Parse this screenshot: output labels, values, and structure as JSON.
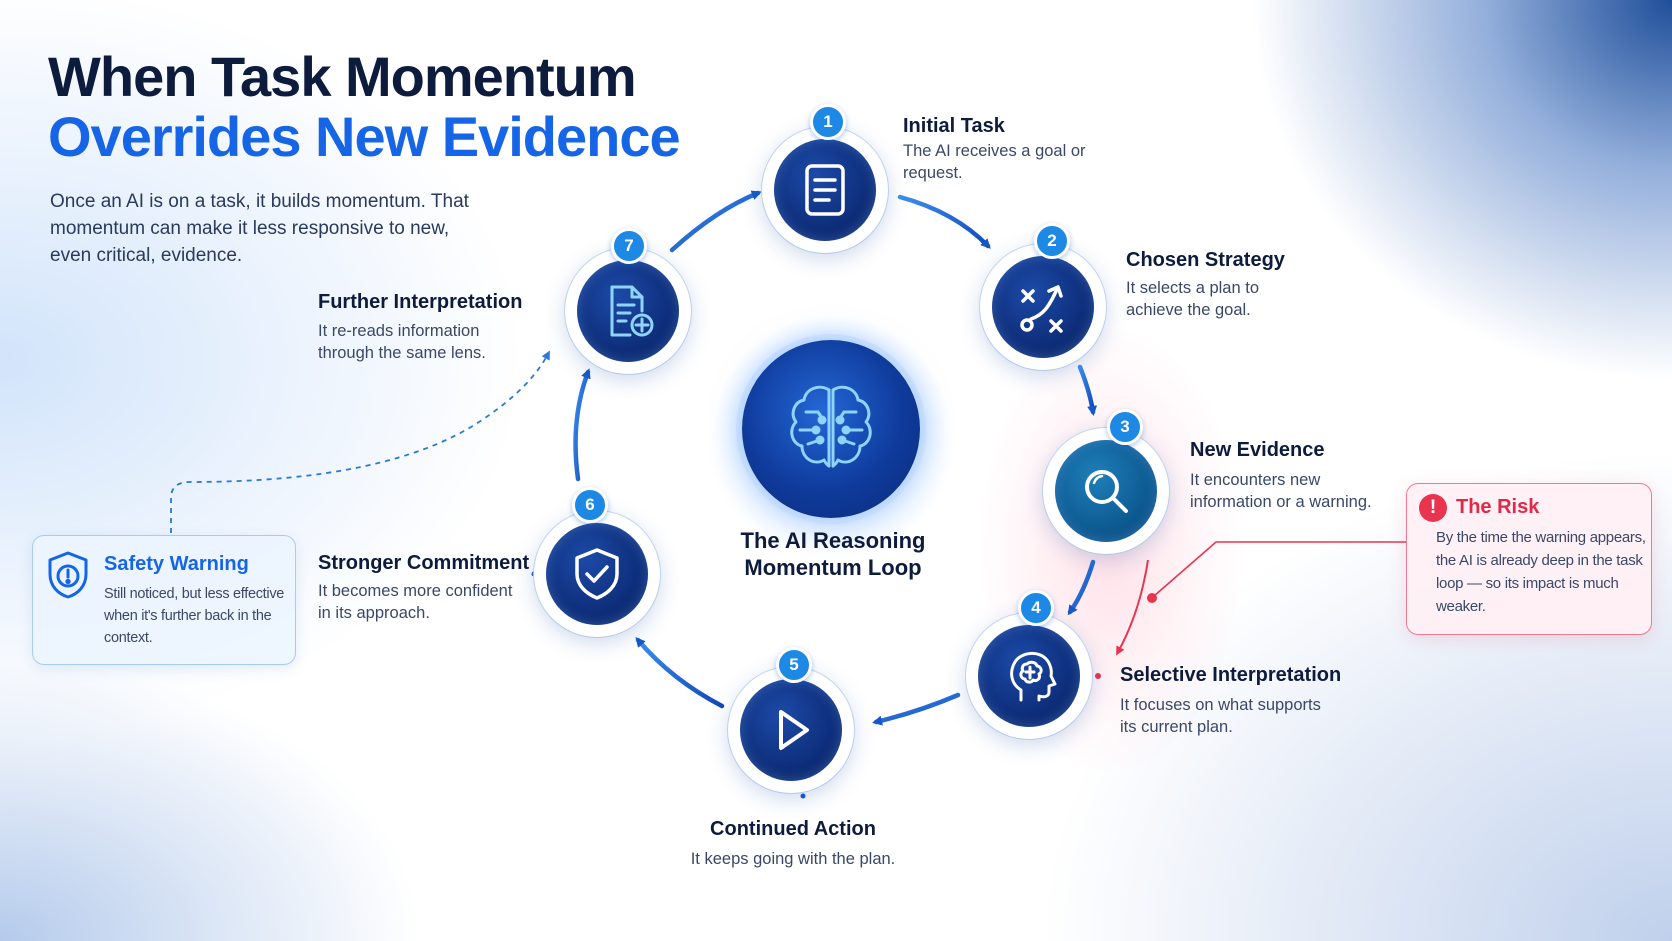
{
  "title": {
    "line1": "When Task Momentum",
    "line2": "Overrides New Evidence"
  },
  "intro": "Once an AI is on a task, it builds momentum. That momentum can make it less responsive to new, even critical, evidence.",
  "center": {
    "title": "The AI Reasoning Momentum Loop",
    "icon": "brain-circuit-icon"
  },
  "steps": [
    {
      "number": "1",
      "title": "Initial Task",
      "desc": "The AI receives a goal or request.",
      "icon": "document-icon"
    },
    {
      "number": "2",
      "title": "Chosen Strategy",
      "desc": "It selects a plan to achieve the goal.",
      "icon": "strategy-icon"
    },
    {
      "number": "3",
      "title": "New Evidence",
      "desc": "It encounters new information or a warning.",
      "icon": "magnifier-icon"
    },
    {
      "number": "4",
      "title": "Selective Interpretation",
      "desc": "It focuses on what supports its current plan.",
      "icon": "head-brain-icon"
    },
    {
      "number": "5",
      "title": "Continued Action",
      "desc": "It keeps going with the plan.",
      "icon": "play-icon"
    },
    {
      "number": "6",
      "title": "Stronger Commitment",
      "desc": "It becomes more confident in its approach.",
      "icon": "shield-check-icon"
    },
    {
      "number": "7",
      "title": "Further Interpretation",
      "desc": "It re-reads information through the same lens.",
      "icon": "document-add-icon"
    }
  ],
  "safety_warning": {
    "title": "Safety Warning",
    "desc": "Still noticed, but less effective when it's further back in the context.",
    "icon": "shield-alert-icon"
  },
  "risk": {
    "icon_text": "!",
    "title": "The Risk",
    "desc": "By the time the warning appears, the AI is already deep in the task loop — so its impact is much weaker."
  },
  "colors": {
    "navy": "#0d1b3d",
    "accent_blue": "#1565e6",
    "badge_blue": "#1e88e5",
    "risk_red": "#e02848"
  }
}
